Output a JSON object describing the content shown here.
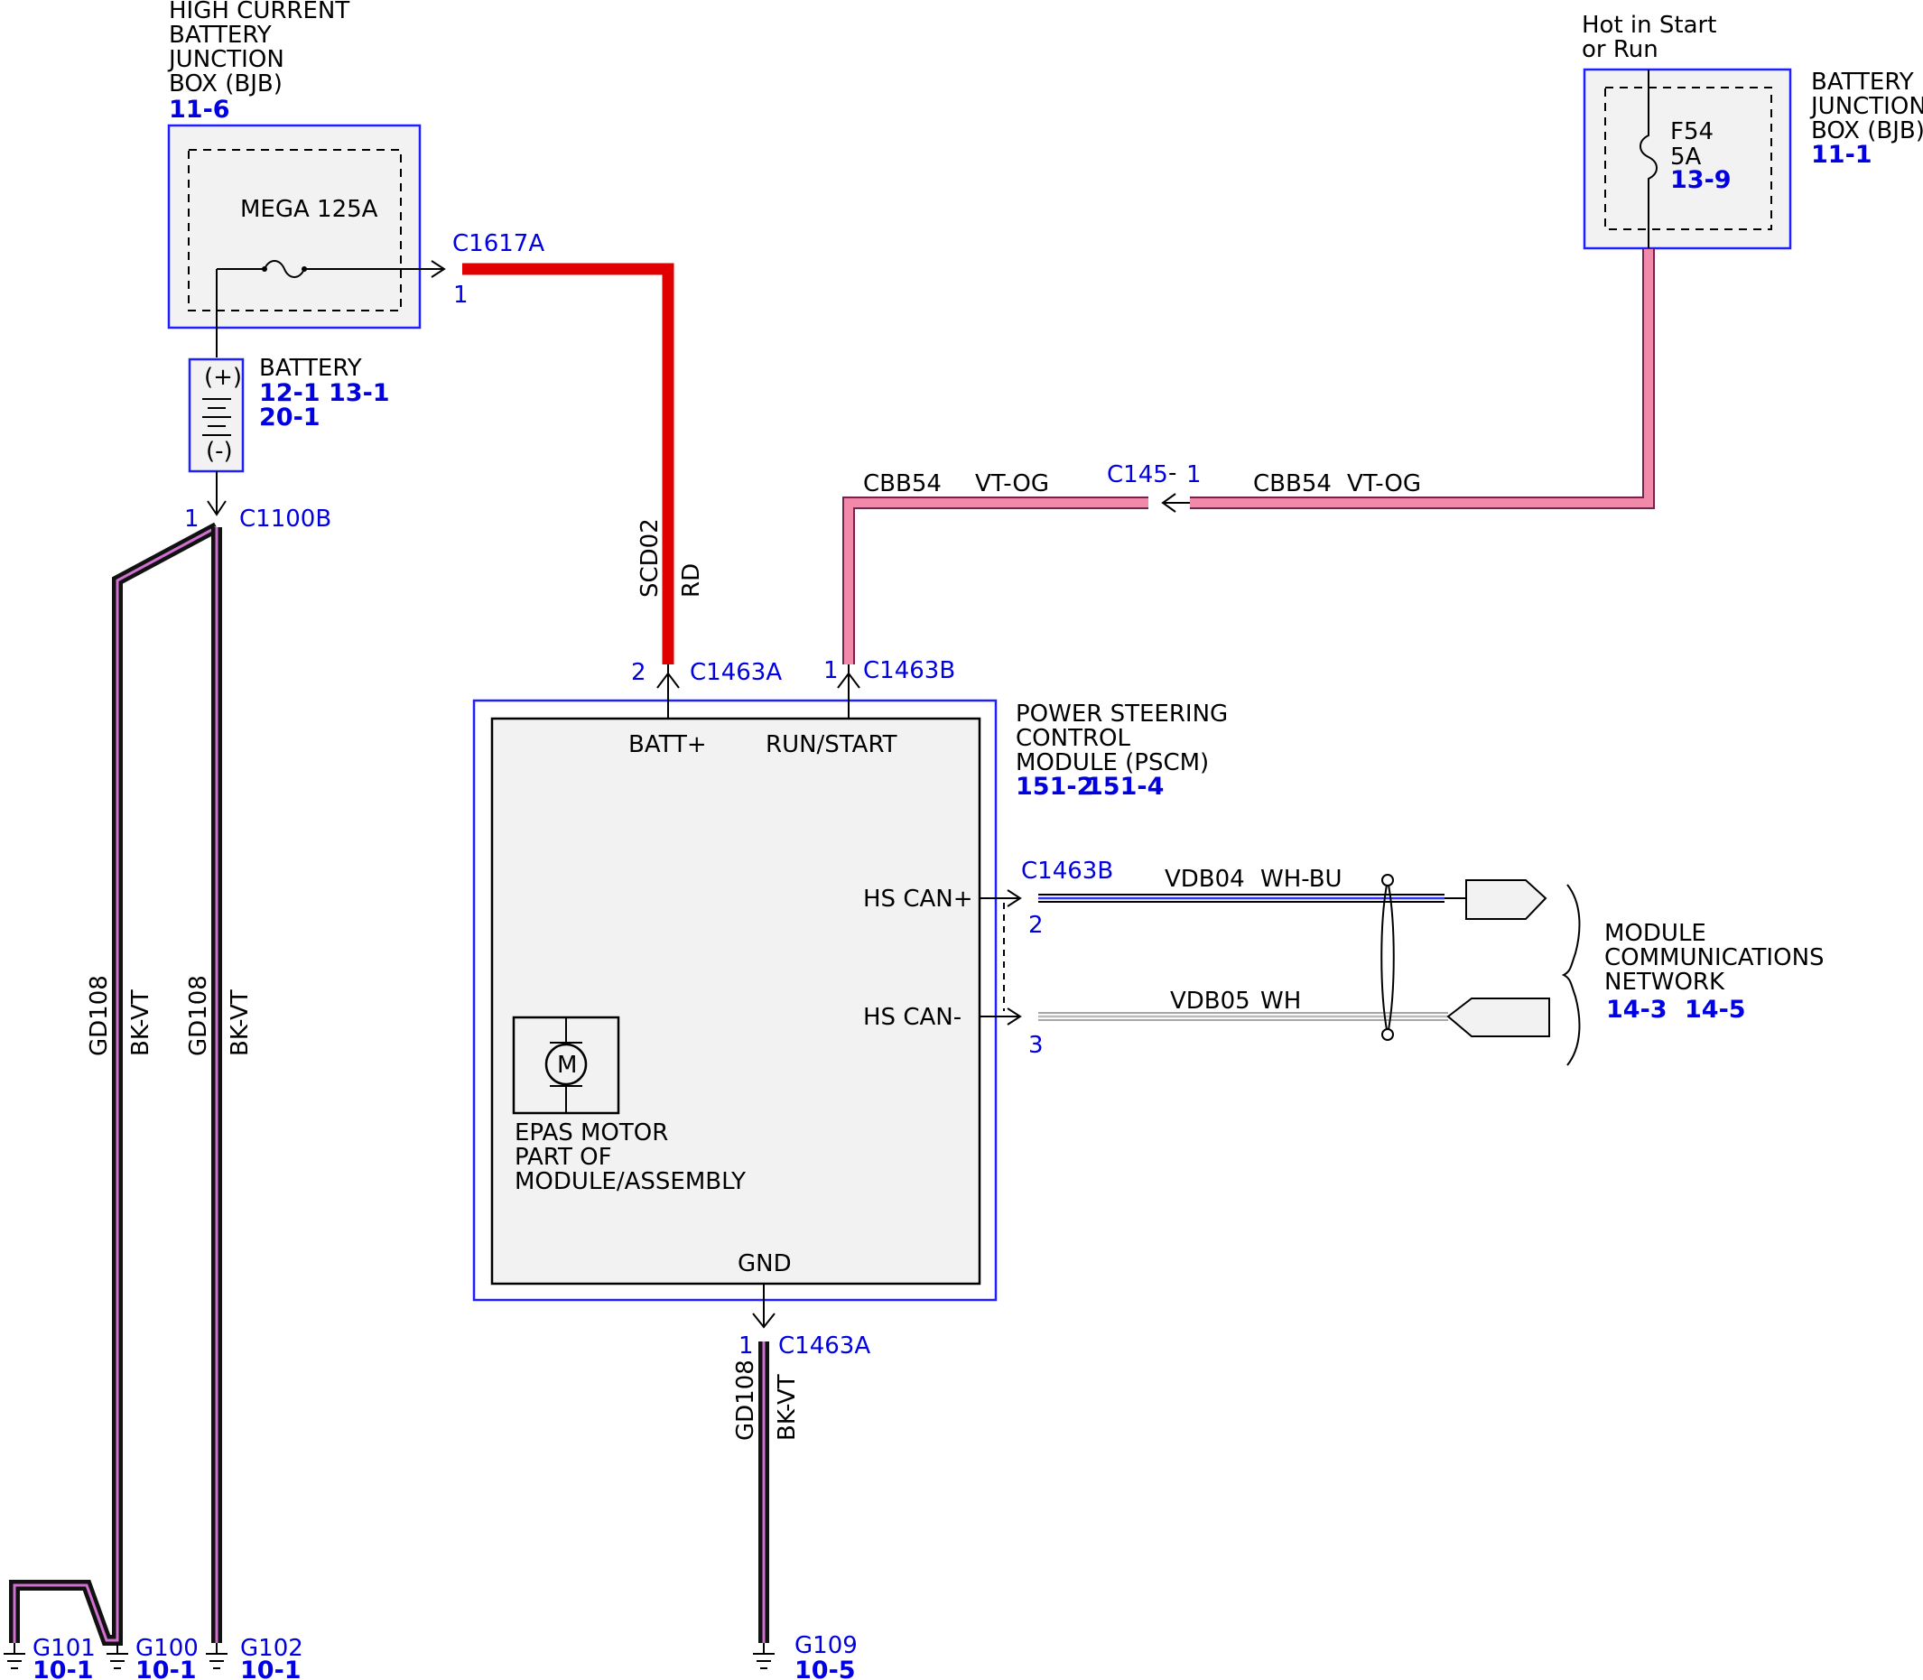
{
  "bjb_high": {
    "title_lines": [
      "HIGH CURRENT",
      "BATTERY",
      "JUNCTION",
      "BOX (BJB)"
    ],
    "ref": "11-6",
    "fuse": "MEGA 125A",
    "connector": "C1617A",
    "pin": "1"
  },
  "battery": {
    "label": "BATTERY",
    "refs_line1": [
      "12-1",
      "13-1"
    ],
    "refs_line2": "20-1",
    "pos": "(+)",
    "neg": "(-)",
    "connector": "C1100B",
    "pin": "1"
  },
  "bjb": {
    "note_lines": [
      "Hot in Start",
      "or Run"
    ],
    "title_lines": [
      "BATTERY",
      "JUNCTION",
      "BOX (BJB)"
    ],
    "ref": "11-1",
    "fuse_name": "F54",
    "fuse_rating": "5A",
    "fuse_ref": "13-9"
  },
  "wires": {
    "scd02": {
      "circuit": "SCD02",
      "color": "RD",
      "hex": "#e00000"
    },
    "cbb54_left": {
      "circuit": "CBB54",
      "color": "VT-OG"
    },
    "cbb54_right": {
      "circuit": "CBB54",
      "color": "VT-OG"
    },
    "cbb54_hex": "#f08aa8",
    "c145": {
      "name": "C145",
      "dash": "-",
      "pin": "1"
    },
    "gd108_a": {
      "circuit": "GD108",
      "color": "BK-VT"
    },
    "gd108_b": {
      "circuit": "GD108",
      "color": "BK-VT"
    },
    "gd108_c": {
      "circuit": "GD108",
      "color": "BK-VT"
    },
    "ground_hex": "#111111",
    "ground_stripe_hex": "#d070d0",
    "vdb04": {
      "circuit": "VDB04",
      "color": "WH-BU"
    },
    "vdb05": {
      "circuit": "VDB05",
      "color": "WH"
    }
  },
  "pscm": {
    "title_lines": [
      "POWER STEERING",
      "CONTROL",
      "MODULE (PSCM)"
    ],
    "refs": [
      "151-2",
      "151-4"
    ],
    "batt": "BATT+",
    "run": "RUN/START",
    "can_hi": "HS CAN+",
    "can_lo": "HS CAN-",
    "gnd": "GND",
    "motor_symbol": "M",
    "motor_lines": [
      "EPAS MOTOR",
      "PART OF",
      "MODULE/ASSEMBLY"
    ]
  },
  "connectors": {
    "c1463a_batt": {
      "name": "C1463A",
      "pin": "2"
    },
    "c1463b_run": {
      "name": "C1463B",
      "pin": "1"
    },
    "c1463b_can": {
      "name": "C1463B",
      "pin_hi": "2",
      "pin_lo": "3"
    },
    "c1463a_gnd": {
      "name": "C1463A",
      "pin": "1"
    }
  },
  "network": {
    "title_lines": [
      "MODULE",
      "COMMUNICATIONS",
      "NETWORK"
    ],
    "refs": [
      "14-3",
      "14-5"
    ]
  },
  "grounds": [
    {
      "name": "G101",
      "ref": "10-1"
    },
    {
      "name": "G100",
      "ref": "10-1"
    },
    {
      "name": "G102",
      "ref": "10-1"
    },
    {
      "name": "G109",
      "ref": "10-5"
    }
  ]
}
